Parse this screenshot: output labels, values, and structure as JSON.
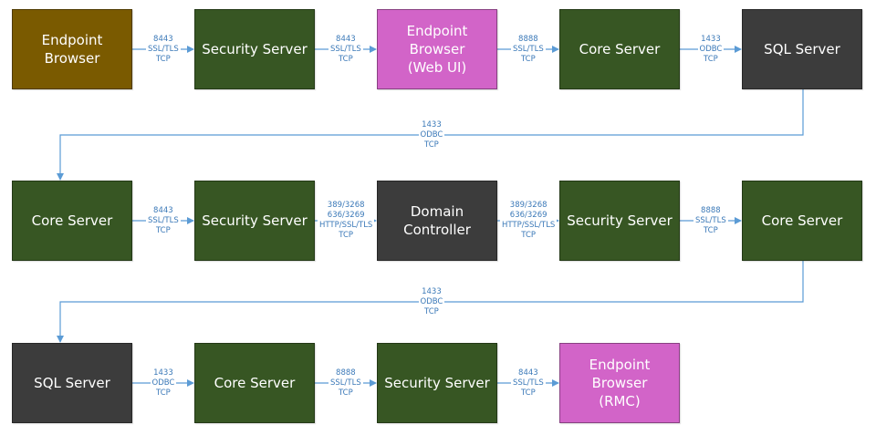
{
  "colors": {
    "endpoint_browser_brown": "#7a5a00",
    "endpoint_browser_pink": "#d264c8",
    "security_server_green": "#375623",
    "sql_server_dark": "#3c3c3c",
    "connector_blue": "#5b9bd5"
  },
  "nodes": [
    {
      "id": "r1-endpoint-browser",
      "label": "Endpoint\nBrowser",
      "color": "#7a5a00"
    },
    {
      "id": "r1-security-server",
      "label": "Security Server",
      "color": "#375623"
    },
    {
      "id": "r1-endpoint-browser-web-ui",
      "label": "Endpoint\nBrowser\n(Web UI)",
      "color": "#d264c8"
    },
    {
      "id": "r1-core-server",
      "label": "Core Server",
      "color": "#375623"
    },
    {
      "id": "r1-sql-server",
      "label": "SQL Server",
      "color": "#3c3c3c"
    },
    {
      "id": "r2-core-server",
      "label": "Core Server",
      "color": "#375623"
    },
    {
      "id": "r2-security-server",
      "label": "Security Server",
      "color": "#375623"
    },
    {
      "id": "r2-domain-controller",
      "label": "Domain\nController",
      "color": "#3c3c3c"
    },
    {
      "id": "r2-security-server-2",
      "label": "Security Server",
      "color": "#375623"
    },
    {
      "id": "r2-core-server-2",
      "label": "Core Server",
      "color": "#375623"
    },
    {
      "id": "r3-sql-server",
      "label": "SQL Server",
      "color": "#3c3c3c"
    },
    {
      "id": "r3-core-server",
      "label": "Core Server",
      "color": "#375623"
    },
    {
      "id": "r3-security-server",
      "label": "Security Server",
      "color": "#375623"
    },
    {
      "id": "r3-endpoint-browser-rmc",
      "label": "Endpoint\nBrowser\n(RMC)",
      "color": "#d264c8"
    }
  ],
  "connections": [
    {
      "from": "r1-endpoint-browser",
      "to": "r1-security-server",
      "label": "8443\nSSL/TLS\nTCP"
    },
    {
      "from": "r1-security-server",
      "to": "r1-endpoint-browser-web-ui",
      "label": "8443\nSSL/TLS\nTCP"
    },
    {
      "from": "r1-endpoint-browser-web-ui",
      "to": "r1-core-server",
      "label": "8888\nSSL/TLS\nTCP"
    },
    {
      "from": "r1-core-server",
      "to": "r1-sql-server",
      "label": "1433\nODBC\nTCP"
    },
    {
      "from": "r1-sql-server",
      "to": "r2-core-server",
      "label": "1433\nODBC\nTCP"
    },
    {
      "from": "r2-core-server",
      "to": "r2-security-server",
      "label": "8443\nSSL/TLS\nTCP"
    },
    {
      "from": "r2-security-server",
      "to": "r2-domain-controller",
      "label": "389/3268\n636/3269\nHTTP/SSL/TLS\nTCP"
    },
    {
      "from": "r2-domain-controller",
      "to": "r2-security-server-2",
      "label": "389/3268\n636/3269\nHTTP/SSL/TLS\nTCP"
    },
    {
      "from": "r2-security-server-2",
      "to": "r2-core-server-2",
      "label": "8888\nSSL/TLS\nTCP"
    },
    {
      "from": "r2-core-server-2",
      "to": "r3-sql-server",
      "label": "1433\nODBC\nTCP"
    },
    {
      "from": "r3-sql-server",
      "to": "r3-core-server",
      "label": "1433\nODBC\nTCP"
    },
    {
      "from": "r3-core-server",
      "to": "r3-security-server",
      "label": "8888\nSSL/TLS\nTCP"
    },
    {
      "from": "r3-security-server",
      "to": "r3-endpoint-browser-rmc",
      "label": "8443\nSSL/TLS\nTCP"
    }
  ]
}
